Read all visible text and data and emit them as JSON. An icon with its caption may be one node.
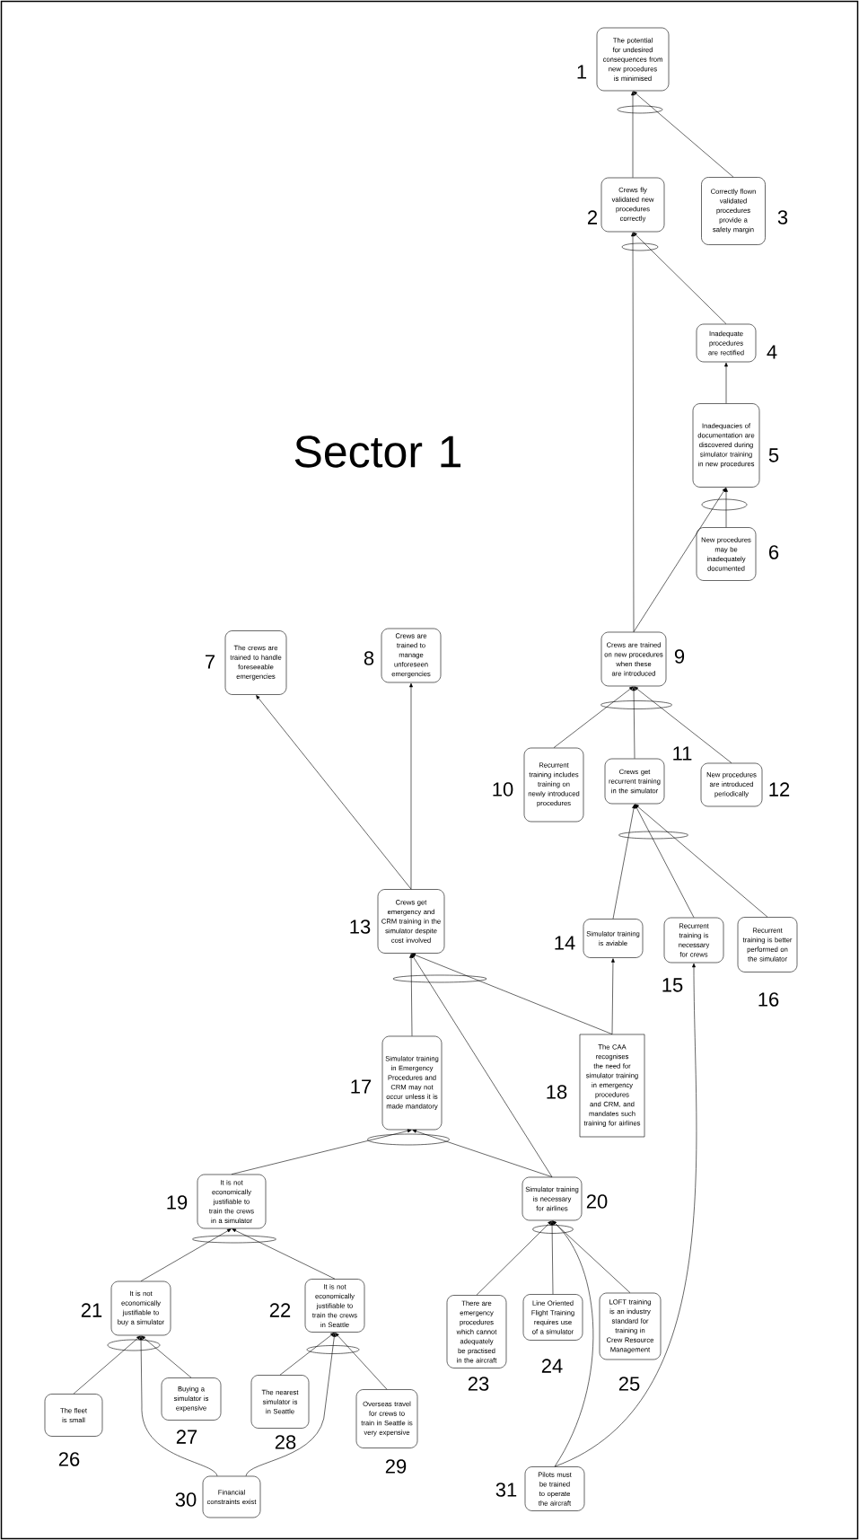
{
  "diagram": {
    "title": "Sector 1",
    "nodes": [
      {
        "text": [
          "The potential for undesired consequences from new procedures is minimised"
        ],
        "beside": [
          "1"
        ]
      },
      {
        "text": [
          "Crews fly validated new procedures correctly"
        ],
        "beside": [
          "2"
        ]
      },
      {
        "text": [
          "Correctly flown validated procedures provide a safety margin"
        ],
        "beside": [
          "3"
        ]
      },
      {
        "text": [
          "Inadequate procedures are rectified"
        ],
        "beside": [
          "4"
        ]
      },
      {
        "text": [
          "Inadequacies of documentation are discovered during simulator training in new procedures"
        ],
        "beside": [
          "5"
        ]
      },
      {
        "text": [
          "New procedures may be inadequately documented"
        ],
        "beside": [
          "6"
        ]
      },
      {
        "text": [
          "The crews are trained to handle foreseeable emergencies"
        ],
        "beside": [
          "7"
        ]
      },
      {
        "text": [
          "Crews are trained to manage unforeseen emergencies"
        ],
        "beside": [
          "8"
        ]
      },
      {
        "text": [
          "Crews are trained on new procedures when these are introduced"
        ],
        "beside": [
          "9"
        ]
      },
      {
        "text": [
          "Recurrent training includes training on newly introduced procedures"
        ],
        "beside": [
          "10"
        ]
      },
      {
        "text": [
          "Crews get recurrent training in the simulator"
        ],
        "beside": [
          "11"
        ]
      },
      {
        "text": [
          "New procedures are introduced periodically"
        ],
        "beside": [
          "12"
        ]
      },
      {
        "text": [
          "Crews get emergency and CRM training in the simulator despite cost involved"
        ],
        "beside": [
          "13"
        ]
      },
      {
        "text": [
          "Simulator training is aviable"
        ],
        "beside": [
          "14"
        ]
      },
      {
        "text": [
          "Recurrent training is necessary for crews"
        ],
        "beside": [
          "15"
        ]
      },
      {
        "text": [
          "Recurrent training is better performed on the simulator"
        ],
        "beside": [
          "16"
        ]
      },
      {
        "text": [
          "Simulator training in Emergency Procedures and CRM may not occur unless it is made mandatory"
        ],
        "beside": [
          "17"
        ]
      },
      {
        "text": [
          "The CAA recognises the need for simulator training in emergency procedures and CRM, and mandates such training for airlines"
        ],
        "beside": [
          "18"
        ]
      },
      {
        "text": [
          "It is not economically justifiable to train the crews in a simulator"
        ],
        "beside": [
          "19"
        ]
      },
      {
        "text": [
          "Simulator training is necessary for airlines"
        ],
        "beside": [
          "20"
        ]
      },
      {
        "text": [
          "It is not economically justifiable to buy a simulator"
        ],
        "beside": [
          "21"
        ]
      },
      {
        "text": [
          "It is not economically justifiable to train the crews in Seattle"
        ],
        "beside": [
          "22"
        ]
      },
      {
        "text": [
          "There are emergency procedures which cannot adequately be practised in the aircraft"
        ],
        "beside": [
          "23"
        ]
      },
      {
        "text": [
          "Line Oriented Flight Training requires use of a simulator"
        ],
        "beside": [
          "24"
        ]
      },
      {
        "text": [
          "LOFT training is an industry standard for training in Crew Resource Management"
        ],
        "beside": [
          "25"
        ]
      },
      {
        "text": [
          "The fleet is small"
        ],
        "beside": [
          "26"
        ]
      },
      {
        "text": [
          "Buying a simulator is expensive"
        ],
        "beside": [
          "27"
        ]
      },
      {
        "text": [
          "The nearest simulator is in Seattle"
        ],
        "beside": [
          "28"
        ]
      },
      {
        "text": [
          "Overseas travel for crews to train in Seattle is very expensive"
        ],
        "beside": [
          "29"
        ]
      },
      {
        "text": [
          "Financial constraints exist"
        ],
        "beside": [
          "30"
        ]
      },
      {
        "text": [
          "Pilots must be trained to operate the aircraft"
        ],
        "beside": [
          "31"
        ]
      }
    ],
    "edges": [
      {
        "from": 1,
        "to": 0,
        "arrow": "to"
      },
      {
        "from": 2,
        "to": 0,
        "arrow": "to"
      },
      {
        "from": 8,
        "to": 1,
        "arrow": "to"
      },
      {
        "from": 3,
        "to": 1,
        "arrow": "to"
      },
      {
        "from": 4,
        "to": 3,
        "arrow": "to"
      },
      {
        "from": 8,
        "to": 4,
        "arrow": "to"
      },
      {
        "from": 5,
        "to": 4,
        "arrow": "to"
      },
      {
        "from": 12,
        "to": 6,
        "arrow": "to"
      },
      {
        "from": 12,
        "to": 7,
        "arrow": "to"
      },
      {
        "from": 9,
        "to": 8,
        "arrow": "to"
      },
      {
        "from": 10,
        "to": 8,
        "arrow": "to"
      },
      {
        "from": 11,
        "to": 8,
        "arrow": "to"
      },
      {
        "from": 13,
        "to": 10,
        "arrow": "to"
      },
      {
        "from": 14,
        "to": 10,
        "arrow": "to"
      },
      {
        "from": 15,
        "to": 10,
        "arrow": "to"
      },
      {
        "from": 16,
        "to": 12,
        "arrow": "to"
      },
      {
        "from": 19,
        "to": 12,
        "arrow": "to"
      },
      {
        "from": 17,
        "to": 12,
        "arrow": "to"
      },
      {
        "from": 17,
        "to": 13,
        "arrow": "to"
      },
      {
        "from": 18,
        "to": 16,
        "arrow": "to"
      },
      {
        "from": 19,
        "to": 16,
        "arrow": "to"
      },
      {
        "from": 20,
        "to": 18,
        "arrow": "to"
      },
      {
        "from": 21,
        "to": 18,
        "arrow": "to"
      },
      {
        "from": 22,
        "to": 19,
        "arrow": "to"
      },
      {
        "from": 23,
        "to": 19,
        "arrow": "to"
      },
      {
        "from": 24,
        "to": 19,
        "arrow": "to"
      },
      {
        "from": 30,
        "to": 19,
        "arrow": "to"
      },
      {
        "from": 25,
        "to": 20,
        "arrow": "to"
      },
      {
        "from": 26,
        "to": 20,
        "arrow": "to"
      },
      {
        "from": 29,
        "to": 20,
        "arrow": "to"
      },
      {
        "from": 27,
        "to": 21,
        "arrow": "to"
      },
      {
        "from": 28,
        "to": 21,
        "arrow": "to"
      },
      {
        "from": 29,
        "to": 21,
        "arrow": "to"
      },
      {
        "from": 30,
        "to": 14,
        "arrow": "to"
      }
    ]
  }
}
